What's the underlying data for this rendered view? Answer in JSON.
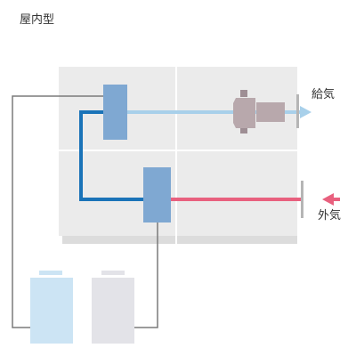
{
  "title": "屋内型",
  "labels": {
    "supply_air": "給気",
    "outside_air": "外気"
  },
  "colors": {
    "unit_panel": "#ebebeb",
    "unit_base": "#dcdcdc",
    "divider": "#ffffff",
    "coil": "#7fa8d2",
    "refrigerant_pipe": "#1a73b8",
    "control_wire": "#7a7a7a",
    "supply_air_arrow": "#a8d0ea",
    "outside_air_arrow": "#e8607e",
    "fan": "#b8a8ac",
    "tank_light_blue": "#cce4f4",
    "tank_gray": "#e3e3e8"
  },
  "icons": [
    "fan-icon",
    "damper-icon",
    "coil-icon",
    "tank-icon"
  ]
}
